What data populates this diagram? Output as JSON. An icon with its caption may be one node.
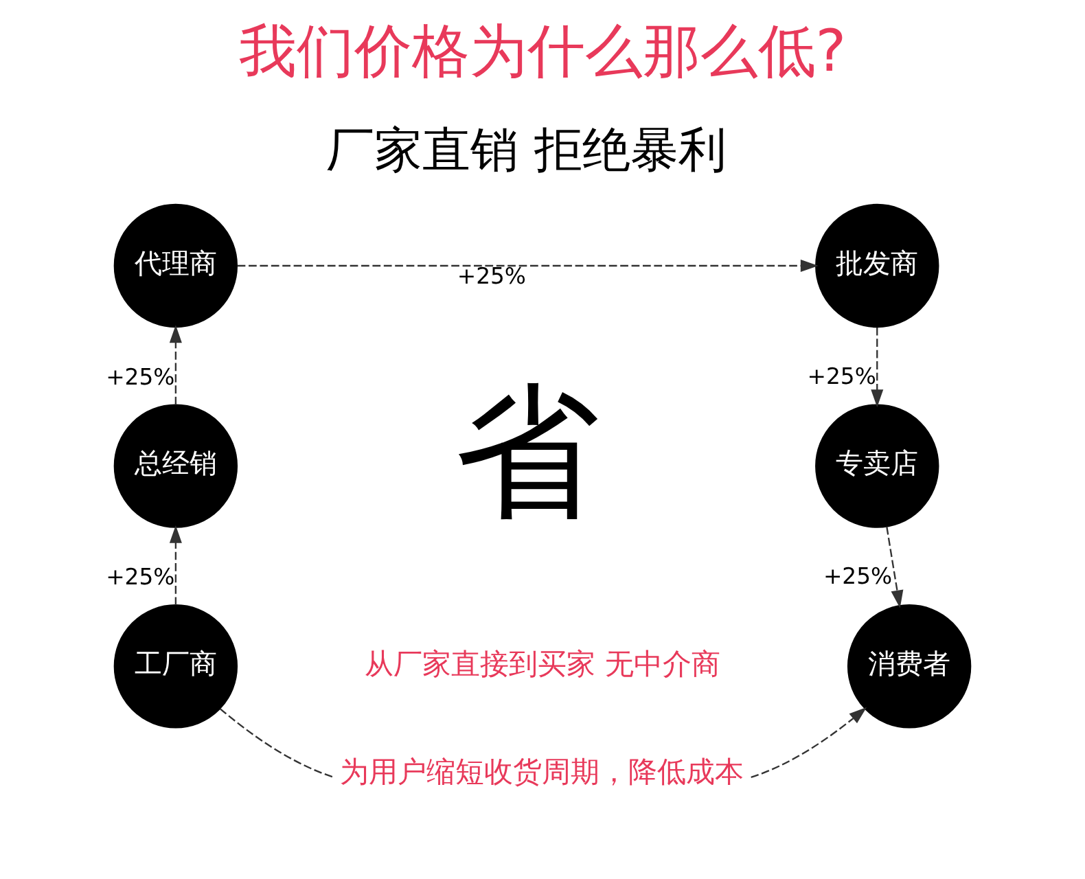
{
  "diagram": {
    "title": "我们价格为什么那么低?",
    "nodes": [
      {
        "text": [
          "工厂商"
        ]
      },
      {
        "text": [
          "总经销"
        ]
      },
      {
        "text": [
          "代理商"
        ]
      },
      {
        "text": [
          "批发商"
        ]
      },
      {
        "text": [
          "专卖店"
        ]
      },
      {
        "text": [
          "消费者"
        ]
      }
    ],
    "edges": [
      {
        "from": 0,
        "to": 1,
        "arrow": "to",
        "label": "+25%",
        "style": "dashed"
      },
      {
        "from": 1,
        "to": 2,
        "arrow": "to",
        "label": "+25%",
        "style": "dashed"
      },
      {
        "from": 2,
        "to": 3,
        "arrow": "to",
        "label": "+25%",
        "style": "dashed"
      },
      {
        "from": 3,
        "to": 4,
        "arrow": "to",
        "label": "+25%",
        "style": "dashed"
      },
      {
        "from": 4,
        "to": 5,
        "arrow": "to",
        "label": "+25%",
        "style": "dashed"
      },
      {
        "from": 0,
        "to": 5,
        "arrow": "to",
        "label": "为用户缩短收货周期，降低成本",
        "style": "dashed"
      }
    ],
    "labels": [
      "厂家直销 拒绝暴利",
      "省",
      "从厂家直接到买家 无中介商"
    ]
  }
}
